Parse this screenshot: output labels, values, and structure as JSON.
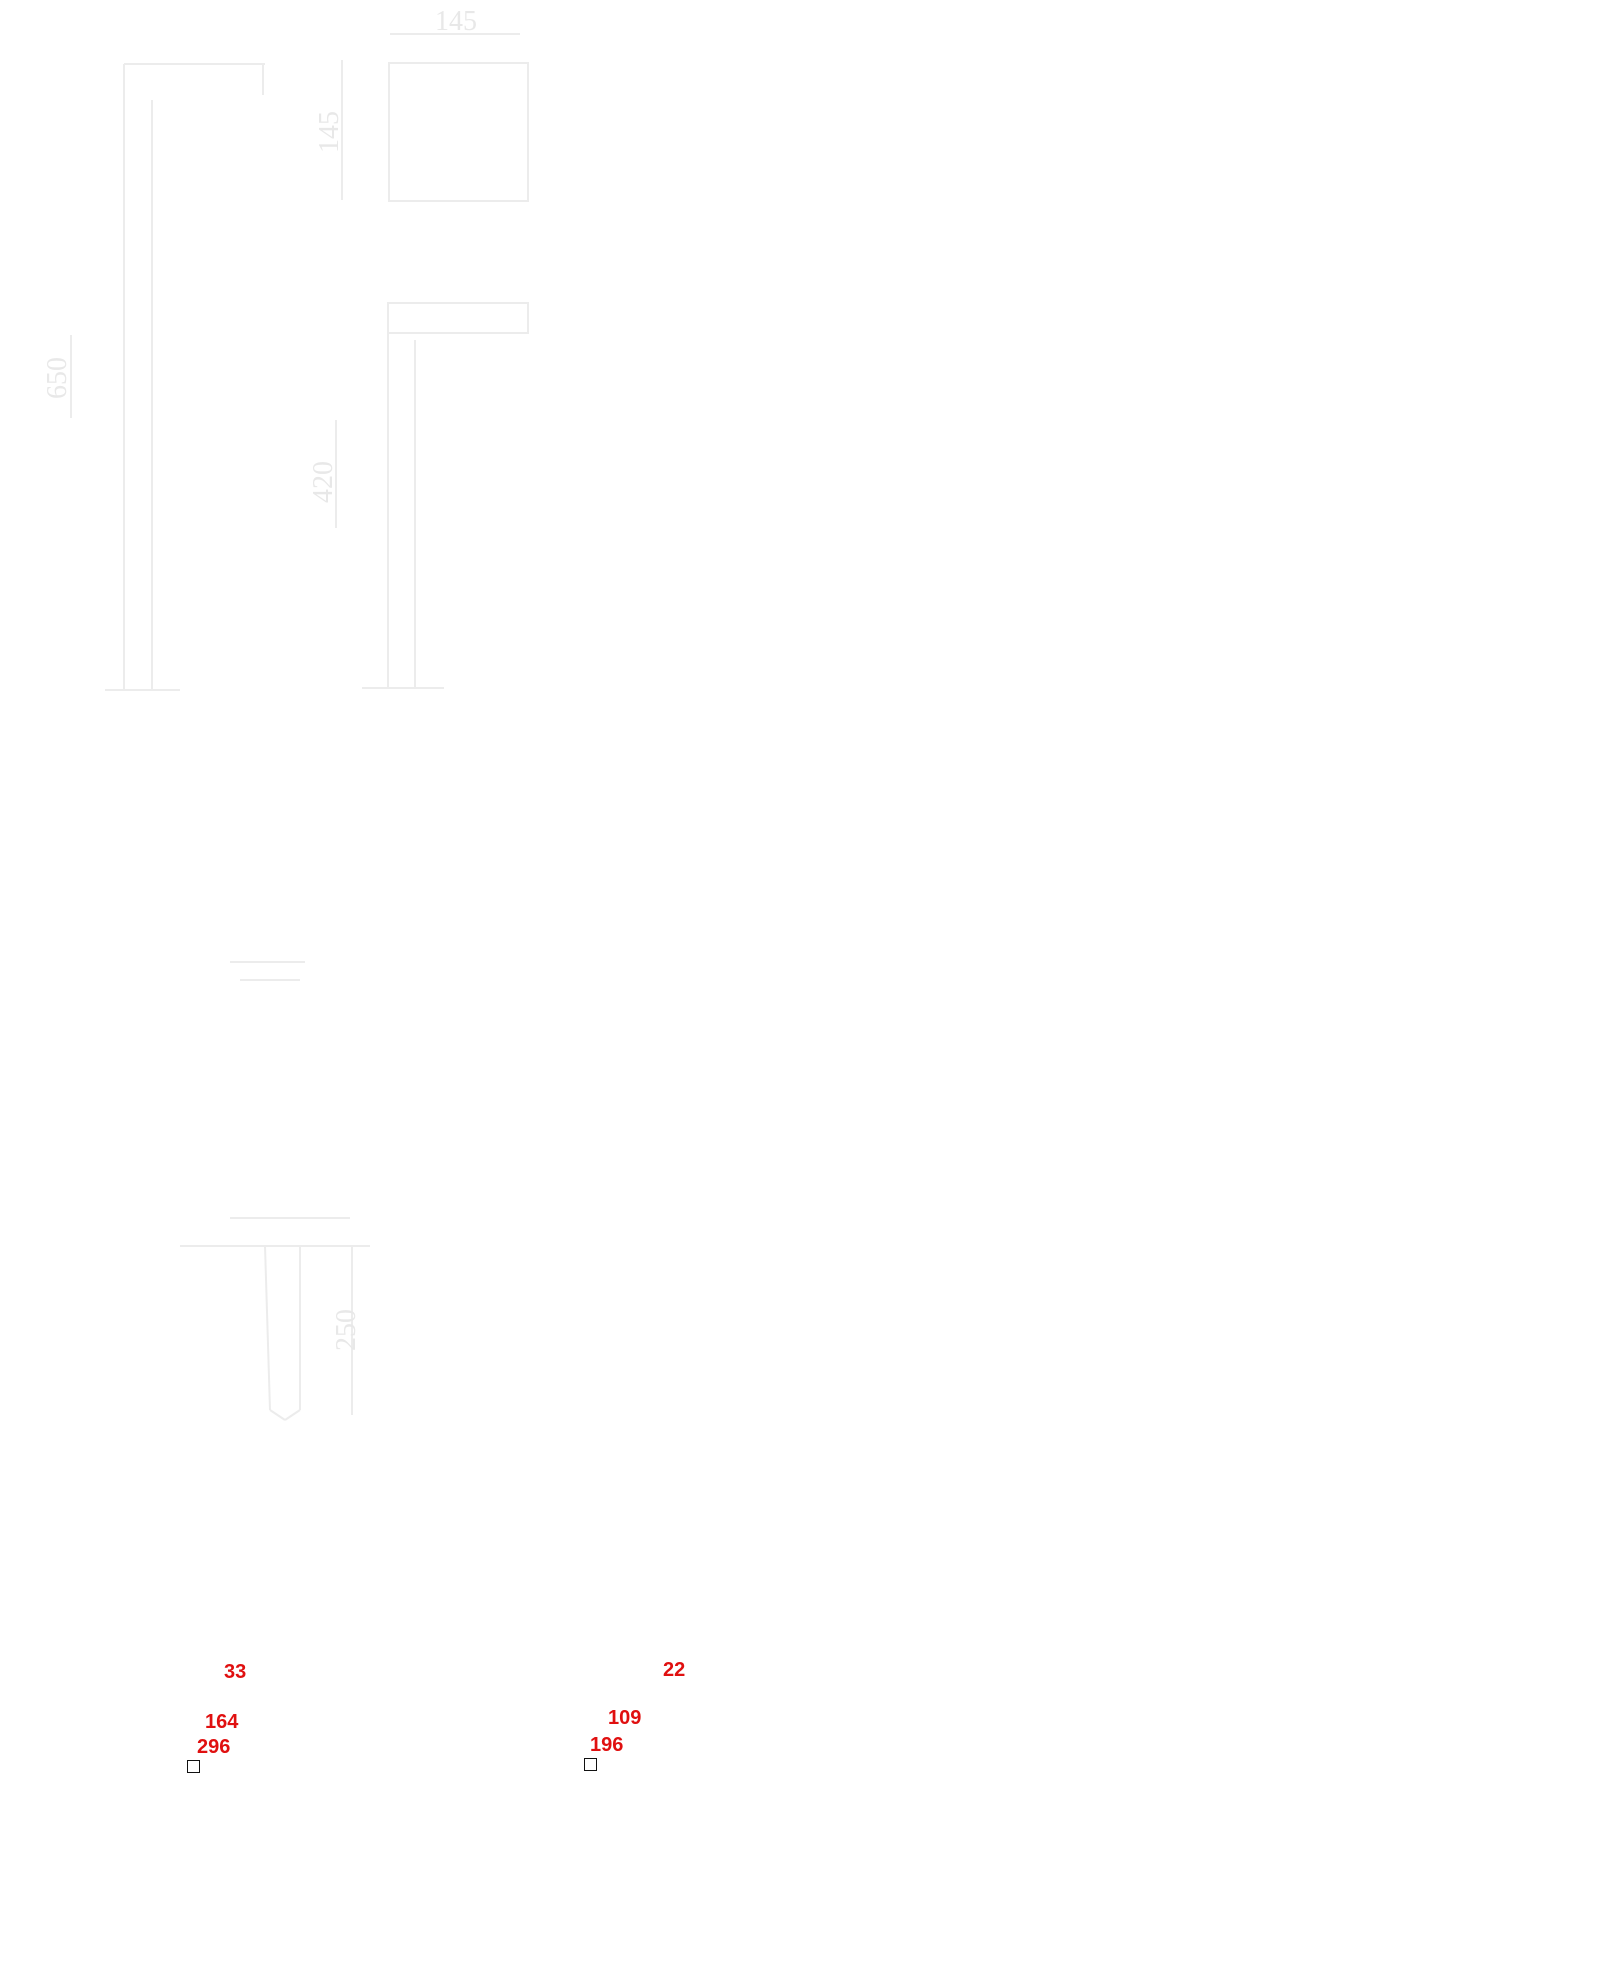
{
  "dimensions": {
    "width_top": "145",
    "height_top": "145",
    "height_left": "650",
    "height_right": "420",
    "height_bottom": "250"
  },
  "annotations": {
    "left_group": {
      "top": "33",
      "middle": "164",
      "bottom": "296"
    },
    "right_group": {
      "top": "22",
      "middle": "109",
      "bottom": "196"
    }
  }
}
